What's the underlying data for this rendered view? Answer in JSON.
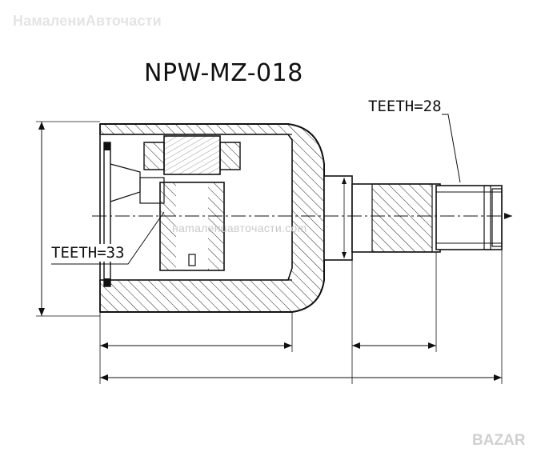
{
  "watermark_top": "НамалениАвточасти",
  "title": "NPW-MZ-018",
  "label_shaft": "TEETH=28",
  "label_housing": "TEETH=33",
  "watermark_center": "наmaлeнuaвтoчacти.com",
  "watermark_logo": "BAZAR"
}
